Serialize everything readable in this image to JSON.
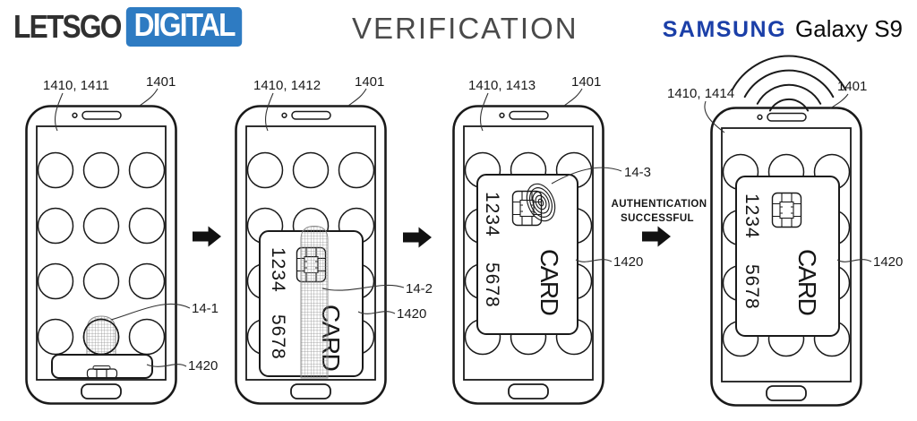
{
  "header": {
    "logo": {
      "text_black": "LETSGO",
      "text_white": "DIGITAL",
      "box_color": "#2e7bc2"
    },
    "title": "VERIFICATION",
    "brand": {
      "wordmark": "SAMSUNG",
      "product": "Galaxy S9",
      "wordmark_color": "#1b3fa8"
    }
  },
  "figure": {
    "status_text": {
      "line1": "AUTHENTICATION",
      "line2": "SUCCESSFUL"
    },
    "card": {
      "number_top": "1234",
      "number_bottom": "5678",
      "name": "CARD"
    },
    "panels": [
      {
        "ref_screen": "1410, 1411",
        "ref_device": "1401",
        "ref_touch": "14-1",
        "ref_card": "1420"
      },
      {
        "ref_screen": "1410, 1412",
        "ref_device": "1401",
        "ref_touch": "14-2",
        "ref_card": "1420"
      },
      {
        "ref_screen": "1410, 1413",
        "ref_device": "1401",
        "ref_touch": "14-3",
        "ref_card": "1420"
      },
      {
        "ref_screen": "1410, 1414",
        "ref_device": "1401",
        "ref_card": "1420"
      }
    ]
  }
}
